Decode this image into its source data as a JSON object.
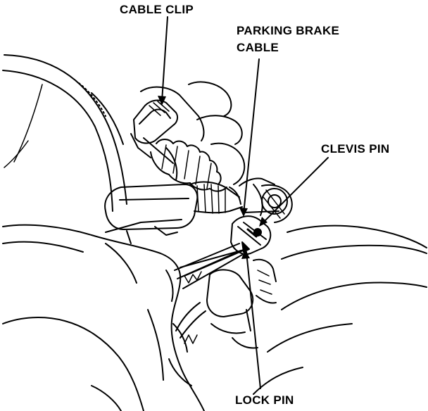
{
  "callouts": {
    "cable_clip": "CABLE CLIP",
    "parking_brake_cable_line1": "PARKING BRAKE",
    "parking_brake_cable_line2": "CABLE",
    "clevis_pin": "CLEVIS PIN",
    "lock_pin": "LOCK PIN"
  },
  "colors": {
    "ink": "#000000",
    "paper": "#ffffff"
  }
}
